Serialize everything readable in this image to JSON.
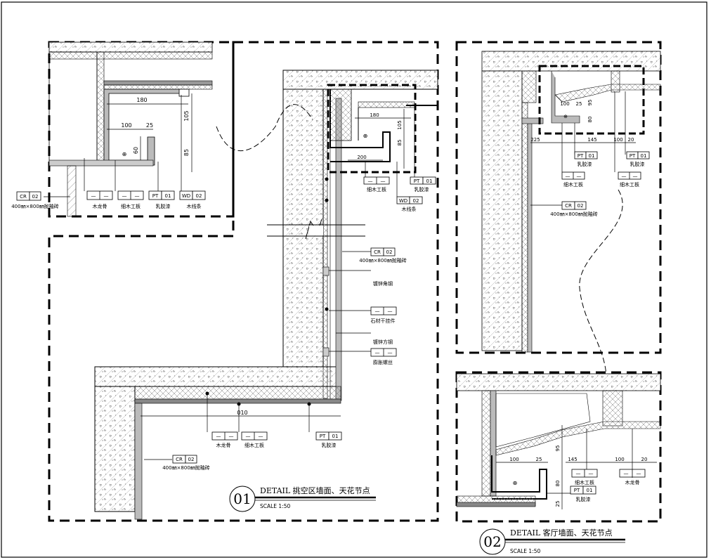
{
  "dimensions": {
    "d180": "180",
    "d100": "100",
    "d25": "25",
    "d60": "60",
    "d105": "105",
    "d85": "85",
    "d180b": "180",
    "d105b": "105",
    "d85b": "85",
    "d200": "200",
    "d010": "010",
    "r100": "100",
    "r25": "25",
    "r95": "95",
    "r80": "80",
    "r225": "225",
    "r145": "145",
    "r100b": "100",
    "r20": "20",
    "b100": "100",
    "b25": "25",
    "b95": "95",
    "b80": "80",
    "b145": "145",
    "b100b": "100",
    "b20": "20",
    "b25b": "25"
  },
  "tags": {
    "cr": "CR",
    "cr_num": "02",
    "pt": "PT",
    "pt_num": "01",
    "wd": "WD",
    "wd_num": "02",
    "dash": "—"
  },
  "materials": {
    "tile": "400㎜×800㎜抛釉砖",
    "wood_keel": "木龙骨",
    "fine_board": "细木工板",
    "latex": "乳胶漆",
    "wood_strip": "木线条",
    "galv_angle": "镀锌角钢",
    "stone_hanger": "石材干挂件",
    "galv_square": "镀锌方钢",
    "expansion_bolt": "膨胀螺丝"
  },
  "titles": {
    "t1_num": "01",
    "t1_label": "DETAIL 挑空区墙面、天花节点",
    "t1_scale": "SCALE  1:50",
    "t2_num": "02",
    "t2_label": "DETAIL  客厅墙面、天花节点",
    "t2_scale": "SCALE  1:50"
  }
}
